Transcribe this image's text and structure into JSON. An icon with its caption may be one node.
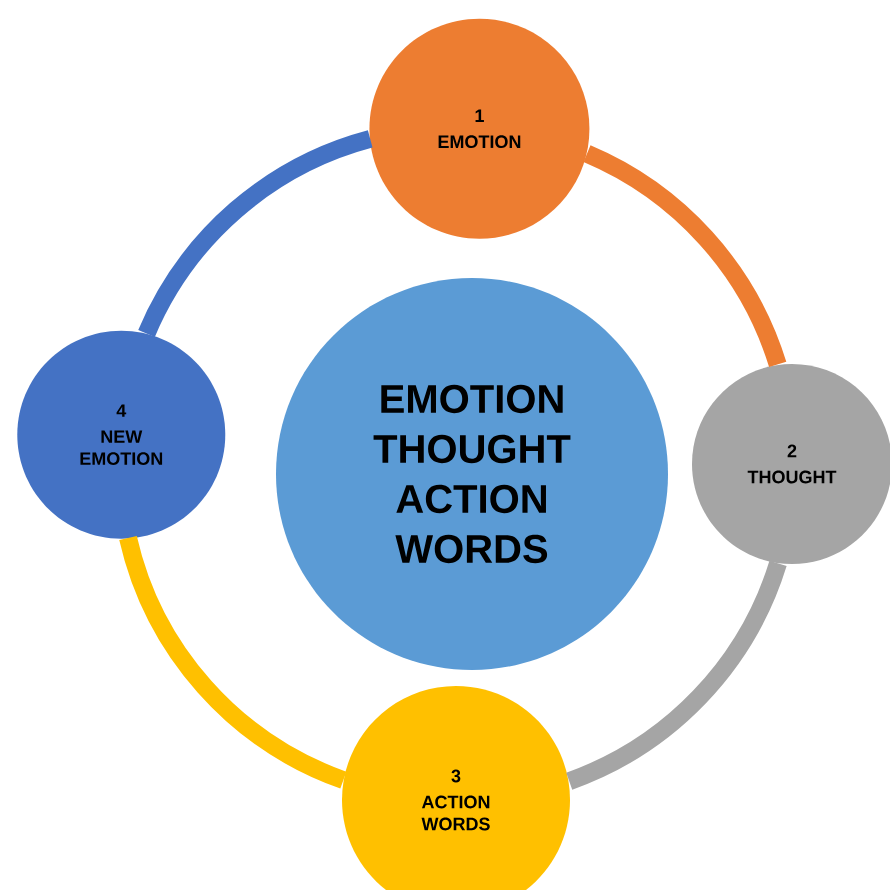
{
  "diagram": {
    "nodes": [
      {
        "text": [
          "EMOTION THOUGHT ACTION WORDS"
        ]
      },
      {
        "text": [
          "1",
          "EMOTION"
        ]
      },
      {
        "text": [
          "2",
          "THOUGHT"
        ]
      },
      {
        "text": [
          "3",
          "ACTION WORDS"
        ]
      },
      {
        "text": [
          "4",
          "NEW EMOTION"
        ]
      }
    ],
    "edges": [
      {
        "from": 1,
        "to": 2,
        "arrow": "none",
        "color": "#ed7d31"
      },
      {
        "from": 2,
        "to": 3,
        "arrow": "none",
        "color": "#a5a5a5"
      },
      {
        "from": 3,
        "to": 4,
        "arrow": "none",
        "color": "#ffc000"
      },
      {
        "from": 4,
        "to": 1,
        "arrow": "none",
        "color": "#4472c4"
      }
    ]
  }
}
